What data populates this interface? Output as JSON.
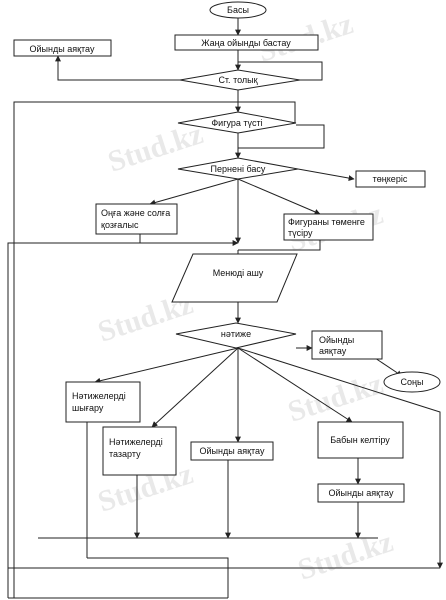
{
  "watermark": {
    "text": "Stud.kz",
    "color": "#e9e9e9"
  },
  "nodes": {
    "start": "Басы",
    "end_game_top": "Ойынды аяқтау",
    "new_game": "Жаңа ойынды бастау",
    "st_full": "Ст. толық",
    "figure_color": "Фигура түсті",
    "press_key": "Пернені басу",
    "rotate": "төңкеріс",
    "move_lr_1": "Оңға және солға",
    "move_lr_2": "қозғалыс",
    "drop_1": "Фигураны төменге",
    "drop_2": "түсіру",
    "open_menu": "Менюді ашу",
    "result": "нәтиже",
    "end_game_right_1": "Ойынды",
    "end_game_right_2": "аяқтау",
    "end": "Соңы",
    "show_results_1": "Нәтижелерді",
    "show_results_2": "шығару",
    "clear_results_1": "Нәтижелерді",
    "clear_results_2": "тазарту",
    "end_game_mid": "Ойынды аяқтау",
    "set_level": "Бабын келтіру",
    "end_game_bottom": "Ойынды аяқтау"
  },
  "colors": {
    "line": "#222222",
    "fill": "#ffffff"
  }
}
